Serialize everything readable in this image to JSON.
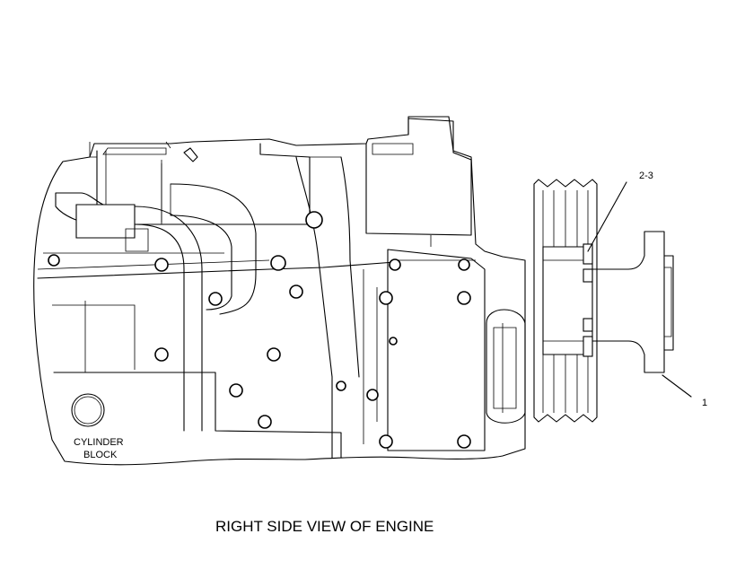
{
  "callouts": {
    "item_1": "1",
    "item_2_3": "2-3"
  },
  "labels": {
    "cylinder_block_line1": "CYLINDER",
    "cylinder_block_line2": "BLOCK"
  },
  "caption": "RIGHT SIDE VIEW OF ENGINE",
  "colors": {
    "line": "#000000",
    "background": "#ffffff"
  }
}
